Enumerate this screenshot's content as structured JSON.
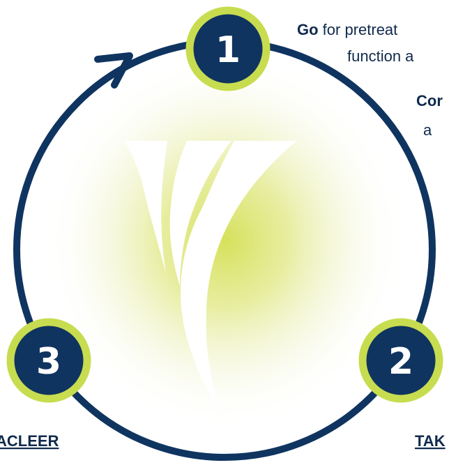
{
  "colors": {
    "navy": "#0f3460",
    "lime": "#c8dc50",
    "glow": "#d6e25a",
    "text": "#102a4c"
  },
  "icons": {
    "cycle_arrow": "arrow-head-icon",
    "logo": "leaf-swoosh-logo"
  },
  "steps": [
    {
      "number": "1"
    },
    {
      "number": "2",
      "label": "TAK"
    },
    {
      "number": "3",
      "label": "ACLEER"
    }
  ],
  "description": {
    "line1_bold": "Go",
    "line1_rest": " for pretreat",
    "line2": "function a",
    "line3_bold": "Cor",
    "line4": "a"
  }
}
